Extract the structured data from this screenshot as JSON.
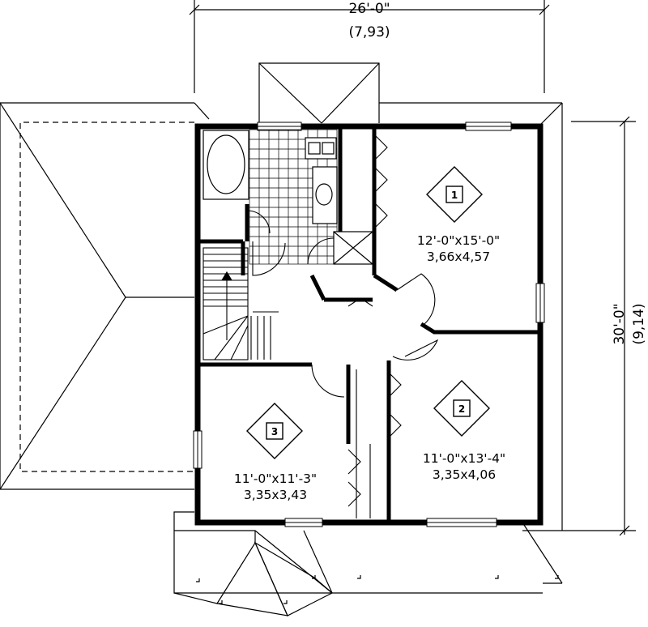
{
  "dimensions": {
    "width_imperial": "26'-0\"",
    "width_metric": "(7,93)",
    "depth_imperial": "30'-0\"",
    "depth_metric": "(9,14)"
  },
  "rooms": [
    {
      "id": "1",
      "size_imperial": "12'-0\"x15'-0\"",
      "size_metric": "3,66x4,57"
    },
    {
      "id": "2",
      "size_imperial": "11'-0\"x13'-4\"",
      "size_metric": "3,35x4,06"
    },
    {
      "id": "3",
      "size_imperial": "11'-0\"x11'-3\"",
      "size_metric": "3,35x3,43"
    }
  ],
  "colors": {
    "line": "#000000",
    "background": "#ffffff"
  }
}
